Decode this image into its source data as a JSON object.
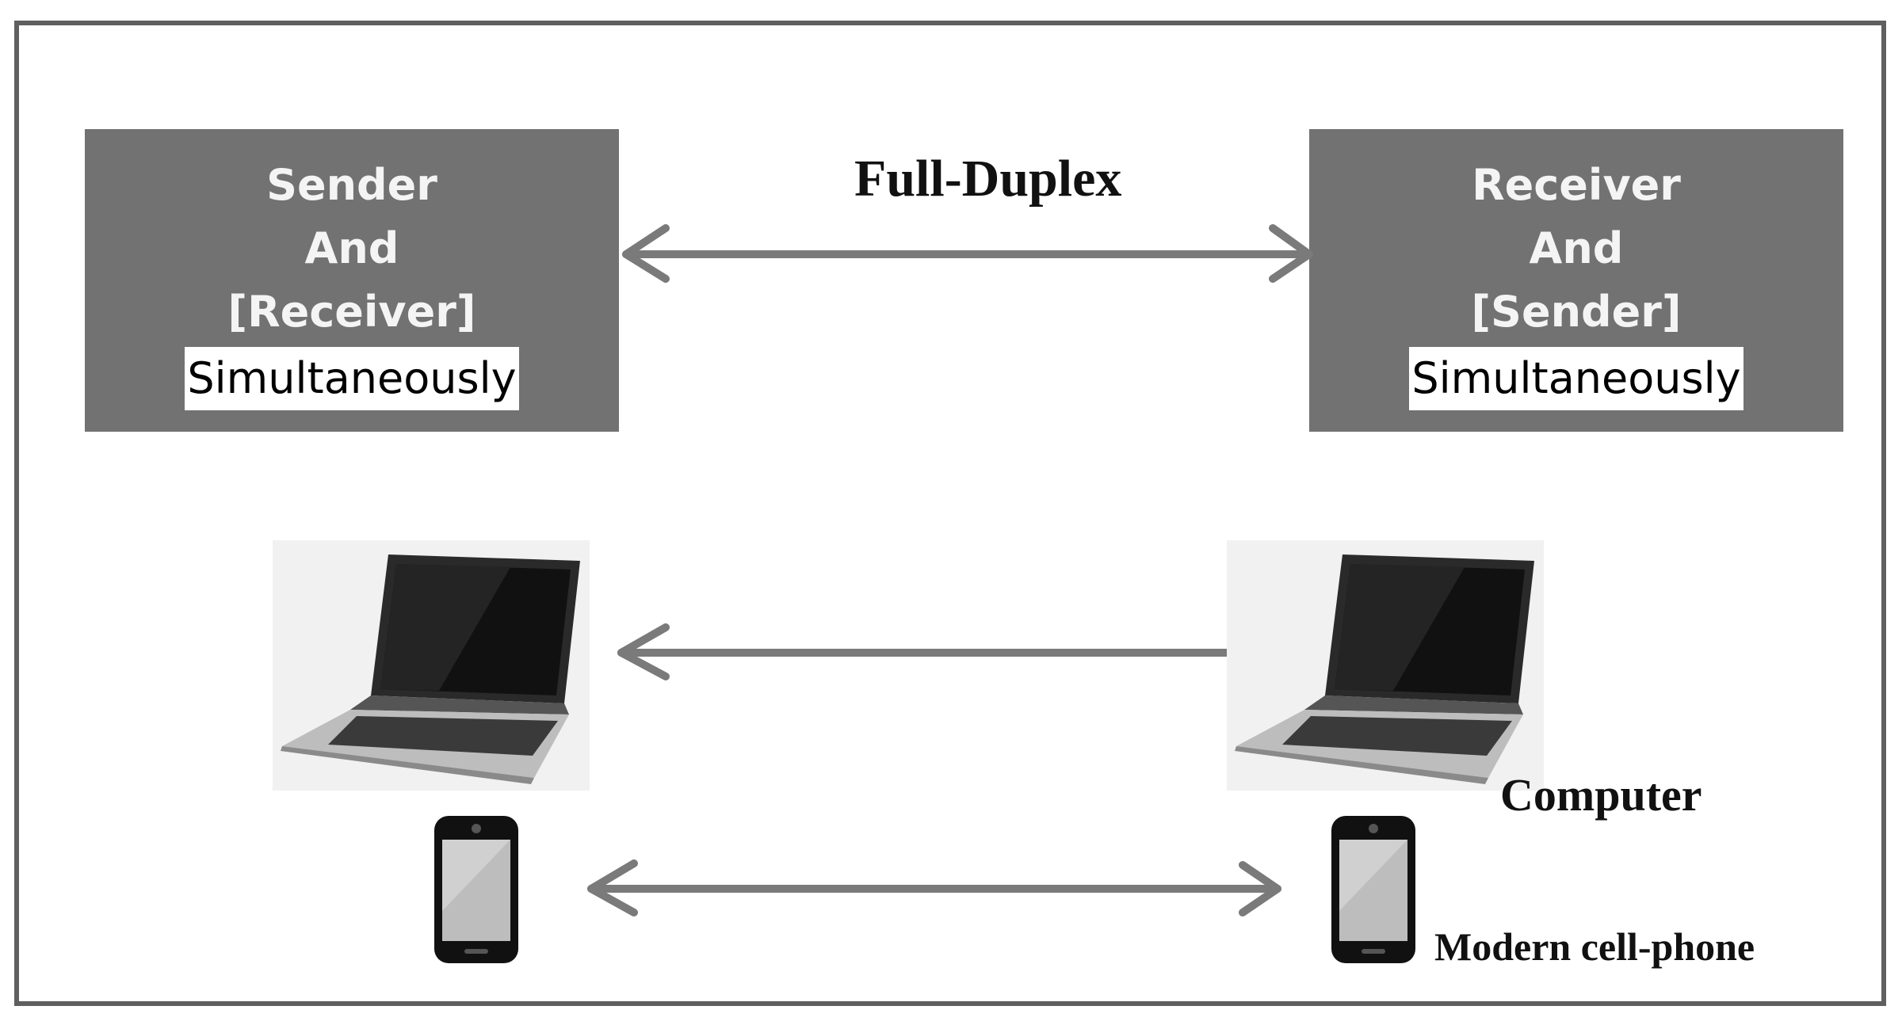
{
  "diagram": {
    "title": "Full-Duplex",
    "left_box": {
      "line1": "Sender",
      "line2": "And",
      "line3": "[Receiver]",
      "highlight": "Simultaneously"
    },
    "right_box": {
      "line1": "Receiver",
      "line2": "And",
      "line3": "[Sender]",
      "highlight": "Simultaneously"
    },
    "labels": {
      "computer": "Computer",
      "phone": "Modern cell-phone"
    },
    "icons": [
      "laptop-icon",
      "mobile-phone-icon",
      "double-headed-arrow-icon"
    ],
    "colors": {
      "box_fill": "#727272",
      "box_text": "#f4f4f4",
      "arrow": "#7a7a7a",
      "frame": "#5f5f5f"
    }
  }
}
